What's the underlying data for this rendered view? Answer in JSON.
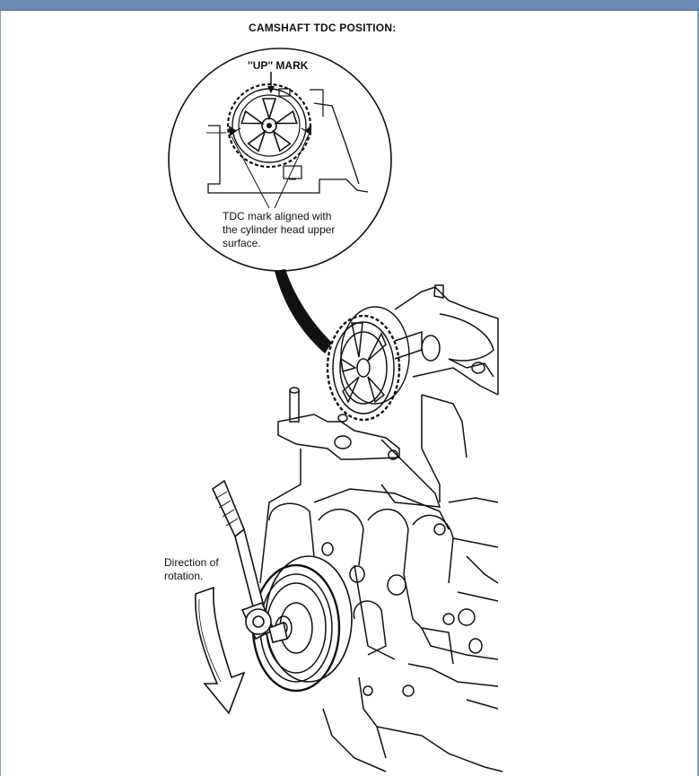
{
  "header": {
    "bar_color": "#6d8cb4"
  },
  "diagram": {
    "title": "CAMSHAFT TDC POSITION:",
    "labels": {
      "up_mark": "''UP'' MARK",
      "tdc_note": "TDC mark aligned with\nthe cylinder head upper\nsurface.",
      "rotation": "Direction of\nrotation."
    },
    "icons": {
      "inset": "magnified-camshaft-pulley-inset",
      "pulley": "camshaft-pulley-icon",
      "crank_pulley": "crankshaft-pulley-icon",
      "wrench": "socket-wrench-icon",
      "arrow": "rotation-arrow-icon"
    },
    "line_color": "#111111"
  }
}
